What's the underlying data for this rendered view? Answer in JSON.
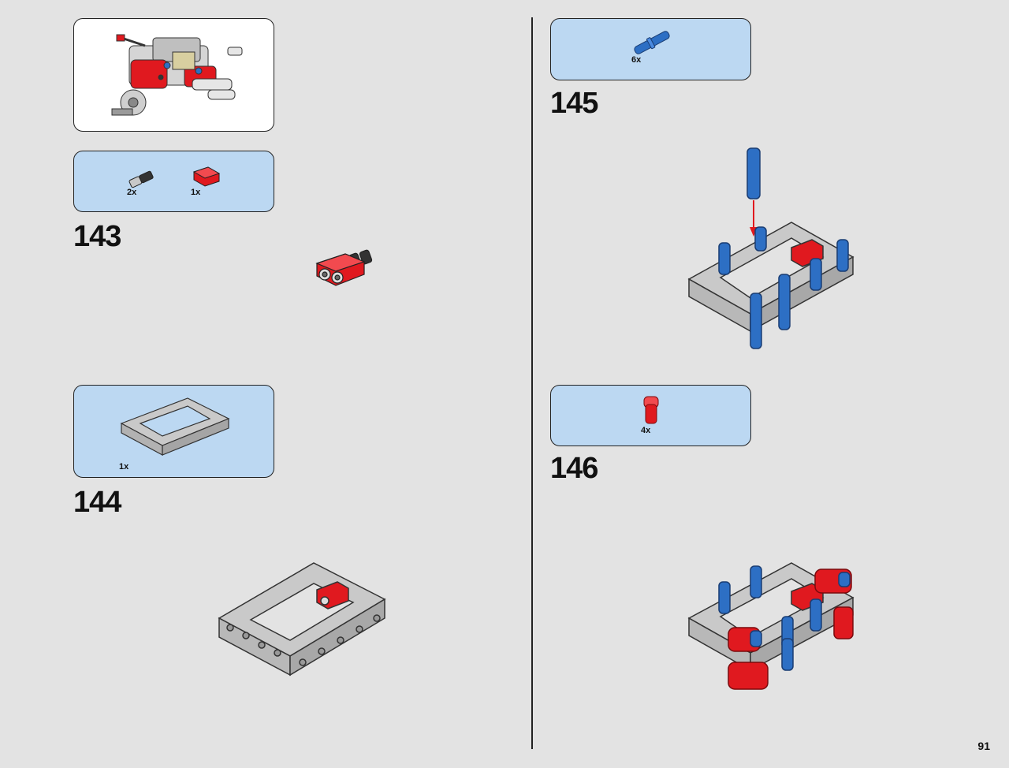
{
  "page_number": "91",
  "colors": {
    "background": "#e3e3e3",
    "parts_callout": "#bcd8f2",
    "technic_red": "#e0191f",
    "technic_blue": "#2d6fc4",
    "frame_gray": "#c9c9c9"
  },
  "left_column": {
    "submodel_callout": {
      "icon": "assembled-submodel-image"
    },
    "step_143": {
      "number": "143",
      "parts": [
        {
          "icon": "black-axle-pin-icon",
          "qty": "2x"
        },
        {
          "icon": "red-connector-block-icon",
          "qty": "1x"
        }
      ]
    },
    "step_144": {
      "number": "144",
      "parts": [
        {
          "icon": "gray-frame-icon",
          "qty": "1x"
        }
      ]
    }
  },
  "right_column": {
    "step_145": {
      "number": "145",
      "parts": [
        {
          "icon": "blue-pin-icon",
          "qty": "6x"
        }
      ]
    },
    "step_146": {
      "number": "146",
      "parts": [
        {
          "icon": "red-angle-connector-icon",
          "qty": "4x"
        }
      ]
    }
  }
}
